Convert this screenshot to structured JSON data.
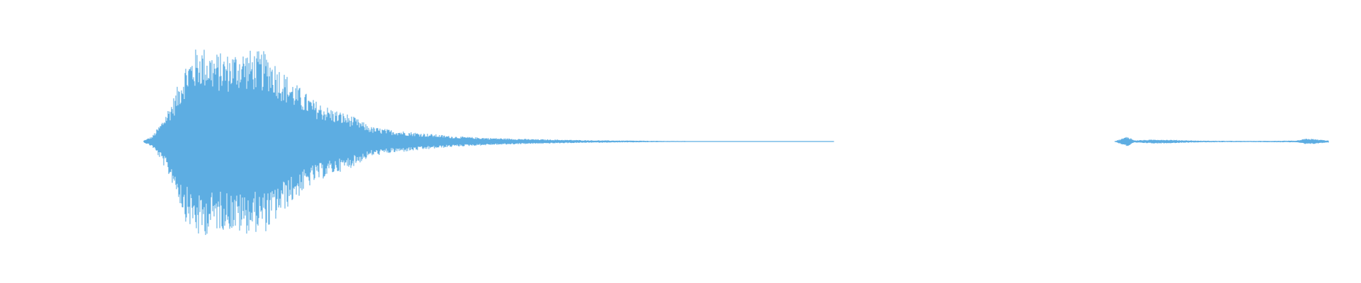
{
  "waveform": {
    "color": "#5dade2",
    "background": "#ffffff",
    "channels": 1,
    "normalized_time_range": [
      0,
      1
    ],
    "amplitude_range": [
      -1,
      1
    ],
    "segments": [
      {
        "name": "main-transient",
        "envelope": [
          {
            "t": 0.0,
            "amp": 0.01
          },
          {
            "t": 0.012,
            "amp": 0.05
          },
          {
            "t": 0.025,
            "amp": 0.18
          },
          {
            "t": 0.045,
            "amp": 0.45
          },
          {
            "t": 0.06,
            "amp": 0.75
          },
          {
            "t": 0.08,
            "amp": 0.92
          },
          {
            "t": 0.1,
            "amp": 0.85
          },
          {
            "t": 0.12,
            "amp": 0.83
          },
          {
            "t": 0.14,
            "amp": 0.88
          },
          {
            "t": 0.16,
            "amp": 0.86
          },
          {
            "t": 0.18,
            "amp": 0.85
          },
          {
            "t": 0.2,
            "amp": 0.68
          },
          {
            "t": 0.22,
            "amp": 0.55
          },
          {
            "t": 0.245,
            "amp": 0.4
          },
          {
            "t": 0.27,
            "amp": 0.32
          },
          {
            "t": 0.3,
            "amp": 0.25
          },
          {
            "t": 0.33,
            "amp": 0.14
          },
          {
            "t": 0.36,
            "amp": 0.11
          },
          {
            "t": 0.39,
            "amp": 0.09
          },
          {
            "t": 0.42,
            "amp": 0.07
          },
          {
            "t": 0.45,
            "amp": 0.05
          },
          {
            "t": 0.5,
            "amp": 0.035
          },
          {
            "t": 0.55,
            "amp": 0.025
          },
          {
            "t": 0.6,
            "amp": 0.018
          },
          {
            "t": 0.65,
            "amp": 0.012
          },
          {
            "t": 0.7,
            "amp": 0.009
          },
          {
            "t": 0.75,
            "amp": 0.006
          },
          {
            "t": 0.8,
            "amp": 0.004
          },
          {
            "t": 0.85,
            "amp": 0.003
          },
          {
            "t": 0.9,
            "amp": 0.002
          },
          {
            "t": 1.0,
            "amp": 0.002
          }
        ]
      },
      {
        "name": "tail-blips",
        "envelope": [
          {
            "t": 0.0,
            "amp": 0.004
          },
          {
            "t": 0.06,
            "amp": 0.05
          },
          {
            "t": 0.09,
            "amp": 0.012
          },
          {
            "t": 0.2,
            "amp": 0.02
          },
          {
            "t": 0.4,
            "amp": 0.008
          },
          {
            "t": 0.62,
            "amp": 0.006
          },
          {
            "t": 0.85,
            "amp": 0.008
          },
          {
            "t": 0.9,
            "amp": 0.03
          },
          {
            "t": 1.0,
            "amp": 0.01
          }
        ]
      }
    ]
  }
}
